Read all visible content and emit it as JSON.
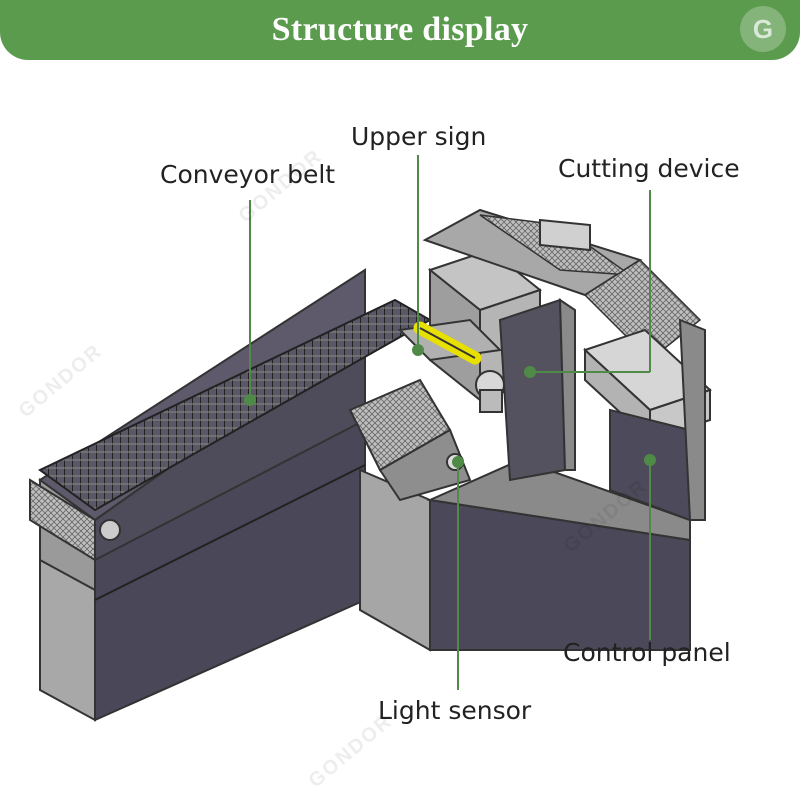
{
  "title": "Structure display",
  "watermark": "GONDOR",
  "accent_color": "#5b9b4e",
  "leader_color": "#4f8a46",
  "labels": {
    "upper_sign": "Upper sign",
    "conveyor_belt": "Conveyor belt",
    "cutting_device": "Cutting device",
    "control_panel": "Control panel",
    "light_sensor": "Light sensor"
  }
}
